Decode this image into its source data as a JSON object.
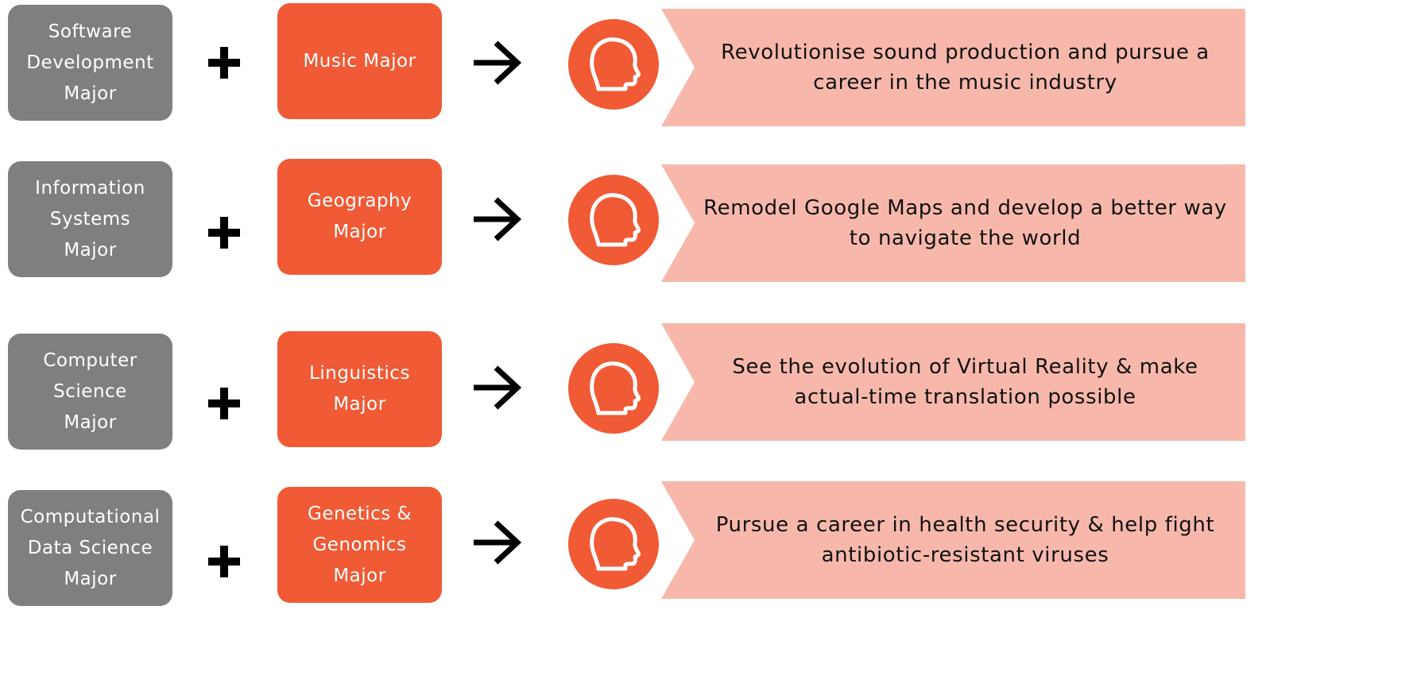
{
  "colors": {
    "cs_box": "#7f7f7f",
    "other_box": "#f05a35",
    "head_circle": "#f05a35",
    "outcome_banner": "#f7b8ab",
    "plus": "#000000",
    "arrow": "#000000"
  },
  "icons": {
    "plus": "plus-icon",
    "arrow": "right-arrow-icon",
    "head": "head-profile-icon"
  },
  "rows": [
    {
      "cs_major": "Software\nDevelopment\nMajor",
      "other_major": "Music Major",
      "outcome": "Revolutionise sound production and pursue a career in the music industry"
    },
    {
      "cs_major": "Information\nSystems\nMajor",
      "other_major": "Geography\nMajor",
      "outcome": "Remodel Google Maps and develop a better way to navigate the world"
    },
    {
      "cs_major": "Computer\nScience\nMajor",
      "other_major": "Linguistics\nMajor",
      "outcome": "See the evolution of Virtual Reality & make actual-time translation possible"
    },
    {
      "cs_major": "Computational\nData Science\nMajor",
      "other_major": "Genetics &\nGenomics\nMajor",
      "outcome": "Pursue a career in health security & help fight antibiotic-resistant viruses"
    }
  ]
}
